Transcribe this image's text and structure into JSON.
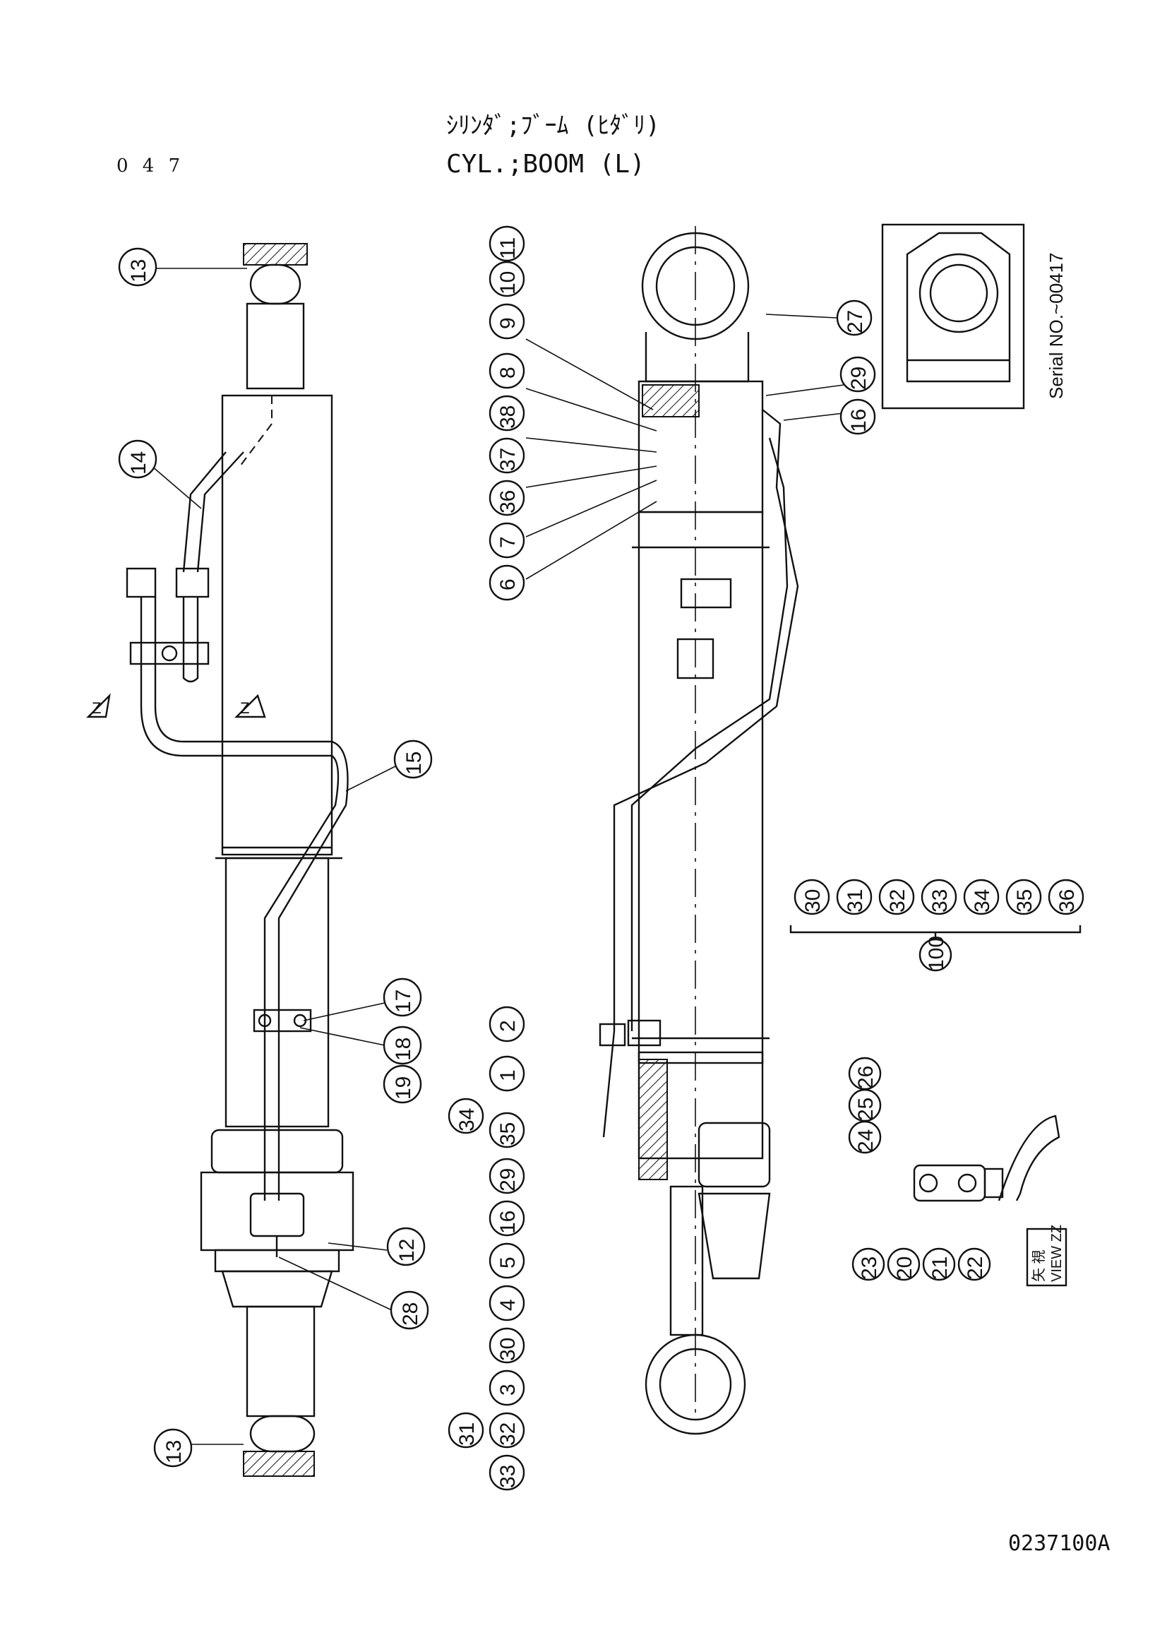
{
  "page_number": "0 4 7",
  "title_jp": "ｼﾘﾝﾀﾞ;ﾌﾞｰﾑ (ﾋﾀﾞﾘ)",
  "title_en": "CYL.;BOOM (L)",
  "document_code": "0237100A",
  "serial_note": "Serial NO.~00417",
  "view_label_jp": "矢 視",
  "view_label_en": "VIEW ZZ",
  "view_marker": "Z",
  "kit_label": "100",
  "callouts": {
    "left": [
      "13",
      "14",
      "15",
      "17",
      "18",
      "19",
      "12",
      "28",
      "13"
    ],
    "right_top": [
      "11",
      "10",
      "9",
      "8",
      "38",
      "37",
      "36",
      "7",
      "6",
      "27",
      "29",
      "16"
    ],
    "kit": [
      "30",
      "31",
      "32",
      "33",
      "34",
      "35",
      "36"
    ],
    "right_bottom": [
      "2",
      "1",
      "34",
      "35",
      "29",
      "16",
      "5",
      "4",
      "30",
      "3",
      "31",
      "32",
      "33"
    ],
    "view_zz": [
      "24",
      "25",
      "26",
      "23",
      "20",
      "21",
      "22"
    ]
  }
}
